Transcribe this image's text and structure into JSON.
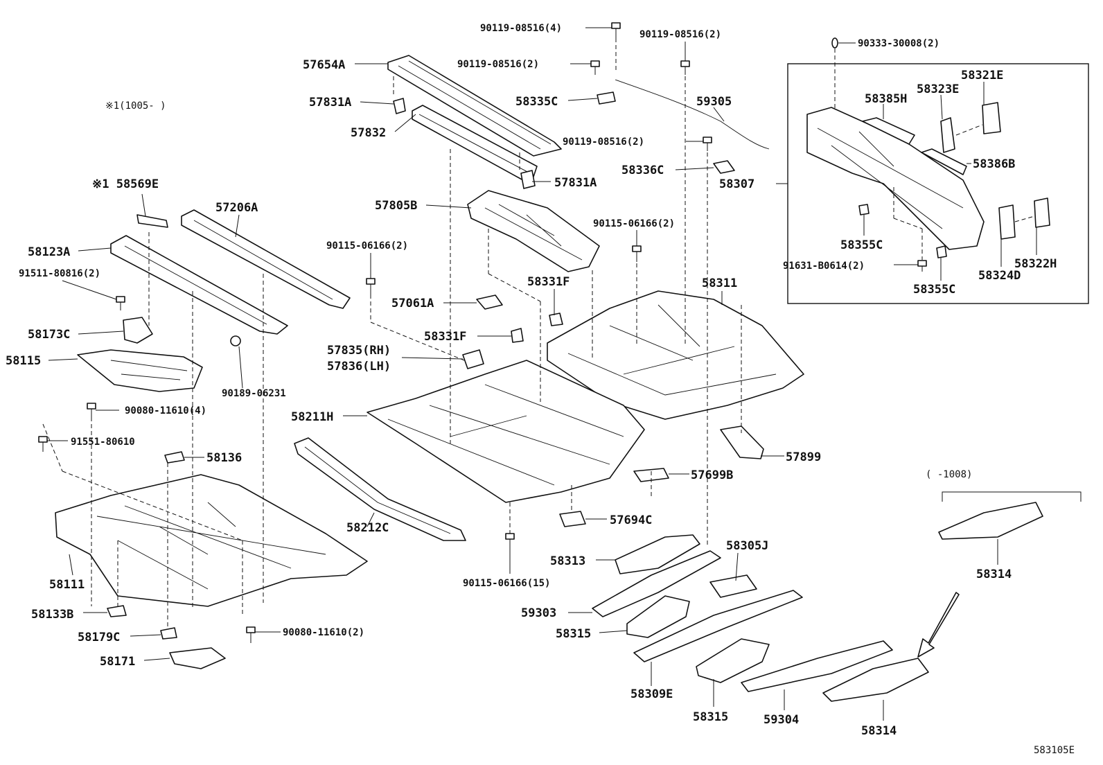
{
  "diagram": {
    "footer_code": "583105E",
    "note_range_1": "※1(1005-     )",
    "note_range_2": "(    -1008)",
    "labels": {
      "p90119_08516_4": "90119-08516(4)",
      "p90119_08516_2a": "90119-08516(2)",
      "p90333_30008_2": "90333-30008(2)",
      "p57654A": "57654A",
      "p90119_08516_2b": "90119-08516(2)",
      "p57831A_top": "57831A",
      "p58335C": "58335C",
      "p59305": "59305",
      "p57832": "57832",
      "p90119_08516_2c": "90119-08516(2)",
      "p58336C": "58336C",
      "p58307": "58307",
      "p57831A_bottom": "57831A",
      "p58569E": "※1 58569E",
      "p57206A": "57206A",
      "p57805B": "57805B",
      "p58123A": "58123A",
      "p90115_06166_2a": "90115-06166(2)",
      "p90115_06166_2b": "90115-06166(2)",
      "p91511_80816_2": "91511-80816(2)",
      "p58331F_top": "58331F",
      "p58311": "58311",
      "p57061A": "57061A",
      "p58173C": "58173C",
      "p58331F_mid": "58331F",
      "p57835": "57835(RH)",
      "p57836": "57836(LH)",
      "p58115": "58115",
      "p90189_06231": "90189-06231",
      "p90080_11610_4": "90080-11610(4)",
      "p58211H": "58211H",
      "p91551_80610": "91551-80610",
      "p58136": "58136",
      "p57899": "57899",
      "p57699B": "57699B",
      "p57694C": "57694C",
      "p58212C": "58212C",
      "p58111": "58111",
      "p58313": "58313",
      "p58305J": "58305J",
      "p90115_06166_15": "90115-06166(15)",
      "p58133B": "58133B",
      "p59303": "59303",
      "p58179C": "58179C",
      "p90080_11610_2": "90080-11610(2)",
      "p58315_a": "58315",
      "p58171": "58171",
      "p58309E": "58309E",
      "p58315_b": "58315",
      "p59304": "59304",
      "p58314_a": "58314",
      "p58314_b": "58314",
      "p58321E": "58321E",
      "p58323E": "58323E",
      "p58385H": "58385H",
      "p58386B": "58386B",
      "p58355C_a": "58355C",
      "p58355C_b": "58355C",
      "p58324D": "58324D",
      "p58322H": "58322H",
      "p91631_B0614_2": "91631-B0614(2)"
    }
  }
}
